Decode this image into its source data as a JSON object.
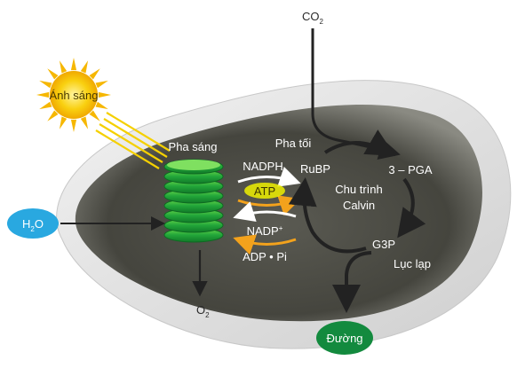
{
  "inputs": {
    "light": "Ánh sáng",
    "co2_main": "CO",
    "co2_sub": "2",
    "h2o_pre": "H",
    "h2o_sub": "2",
    "h2o_post": "O"
  },
  "outputs": {
    "o2_main": "O",
    "o2_sub": "2",
    "sugar": "Đường"
  },
  "light_phase": {
    "title": "Pha sáng",
    "nadph": "NADPH",
    "atp": "ATP",
    "nadp": "NADP",
    "nadp_mark": "+",
    "adp_pi": "ADP • Pi"
  },
  "dark_phase": {
    "title": "Pha tối",
    "rubp": "RuBP",
    "pga": "3 – PGA",
    "cycle_line1": "Chu trình",
    "cycle_line2": "Calvin",
    "g3p": "G3P"
  },
  "organelle": "Lục lạp",
  "colors": {
    "stroma": "#4a4a42",
    "thylakoid": "#2eaa3c",
    "sun": "#f7c90a",
    "water_bubble": "#29a8e0",
    "sugar_bubble": "#138a3e",
    "atp_highlight": "#f2e600",
    "arrow_dark": "#222222"
  },
  "icons": [
    "sun-icon",
    "thylakoid-stack-icon",
    "water-droplet-icon",
    "sugar-bubble-icon"
  ]
}
